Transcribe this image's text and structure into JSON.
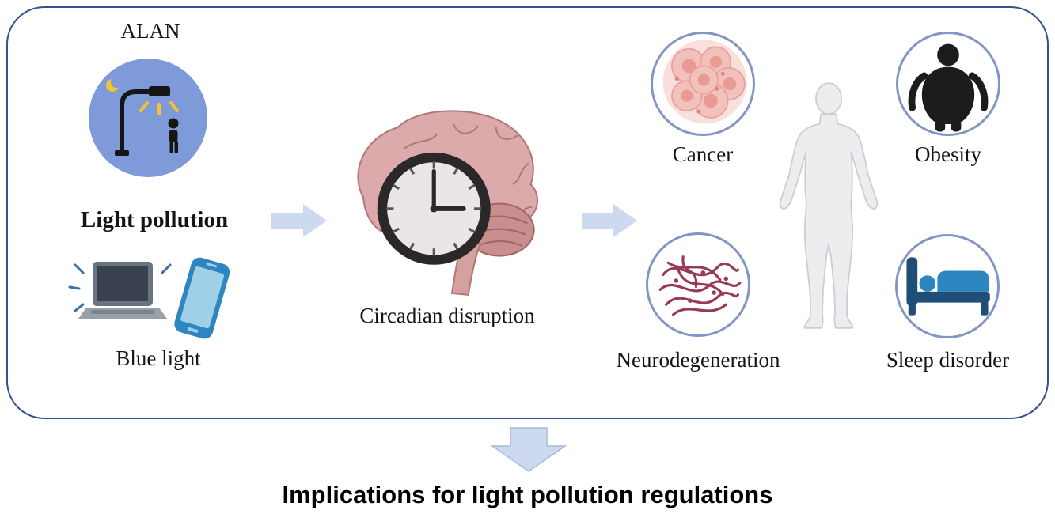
{
  "diagram": {
    "labels": {
      "alan": "ALAN",
      "light_pollution": "Light pollution",
      "blue_light": "Blue light",
      "circadian_disruption": "Circadian disruption",
      "cancer": "Cancer",
      "obesity": "Obesity",
      "neurodegeneration": "Neurodegeneration",
      "sleep_disorder": "Sleep disorder",
      "conclusion": "Implications for light pollution regulations"
    },
    "icons": {
      "street_lamp": "street-lamp-icon",
      "laptop": "laptop-icon",
      "smartphone": "smartphone-icon",
      "brain_clock": "brain-clock-icon",
      "cancer_cells": "cancer-cells-icon",
      "obese_person": "obese-person-icon",
      "neuron_tangles": "neuron-tangles-icon",
      "sleep_bed": "sleep-bed-icon",
      "human_body": "human-body-icon",
      "right_arrow": "right-arrow-icon",
      "down_arrow": "down-arrow-icon"
    },
    "colors": {
      "border": "#35508f",
      "arrow": "#ccd9ef",
      "alan_circle": "#7e9ad8",
      "outcome_circle_border": "#8395c5",
      "cancer_cell": "#f3c1bc",
      "neuro_fiber": "#993a55",
      "bed_blue": "#2e86c1",
      "bed_dark": "#1f4e79",
      "brain_pink": "#dcaaaa",
      "body_gray": "#ededef"
    }
  }
}
